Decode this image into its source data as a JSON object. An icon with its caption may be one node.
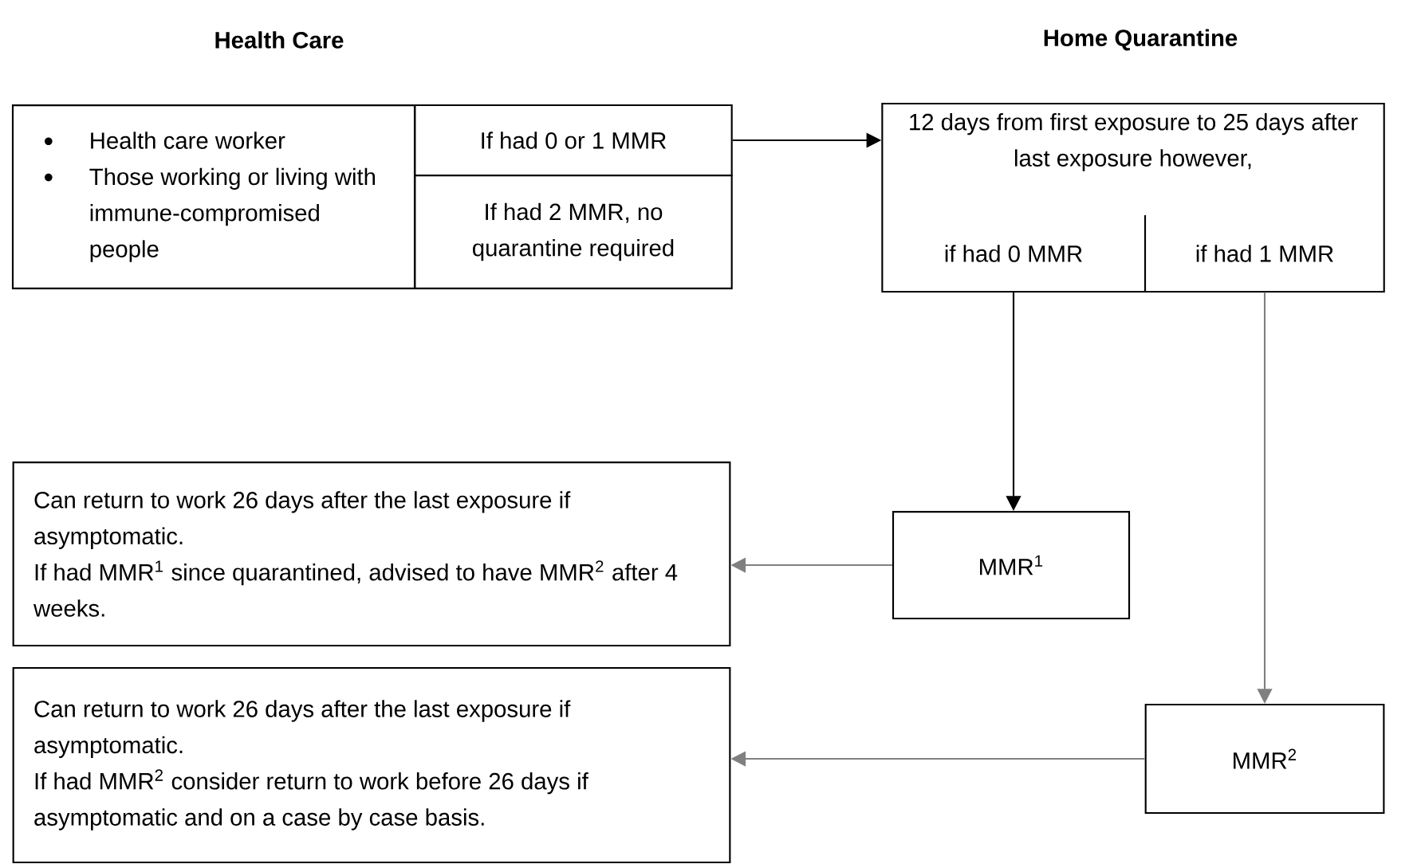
{
  "diagram": {
    "nodes": [
      {
        "text": [
          "Health care worker",
          "Those working or living with immune-compromised people"
        ]
      },
      {
        "text": [
          "If had 0 or 1 MMR"
        ]
      },
      {
        "text": [
          "If had 2 MMR, no quarantine required"
        ]
      },
      {
        "text": [
          "12 days from first exposure to 25 days after last exposure however,"
        ]
      },
      {
        "text": [
          "if had 0 MMR"
        ],
        "in": 3
      },
      {
        "text": [
          "if had 1 MMR"
        ],
        "in": 3
      },
      {
        "text": [
          "Can return to work 26 days after the last exposure if asymptomatic.",
          "If had MMR$^{1}$ since quarantined, advised to have MMR$^{2}$ after 4 weeks."
        ]
      },
      {
        "text": [
          "MMR$^{1}$"
        ]
      },
      {
        "text": [
          "Can return to work 26 days after the last exposure if asymptomatic.",
          "If had MMR$^{2}$ consider return to work before 26 days if asymptomatic and on a case by case basis."
        ]
      },
      {
        "text": [
          "MMR$^{2}$"
        ]
      }
    ],
    "edges": [
      {
        "from": 1,
        "to": 3,
        "arrow": "to",
        "color": "#000000"
      },
      {
        "from": 4,
        "to": 7,
        "arrow": "to",
        "color": "#000000"
      },
      {
        "from": 5,
        "to": 9,
        "arrow": "to"
      },
      {
        "from": 7,
        "to": 6,
        "arrow": "to"
      },
      {
        "from": 9,
        "to": 8,
        "arrow": "to"
      }
    ],
    "labels": [
      "Health Care",
      "Home Quarantine"
    ]
  }
}
